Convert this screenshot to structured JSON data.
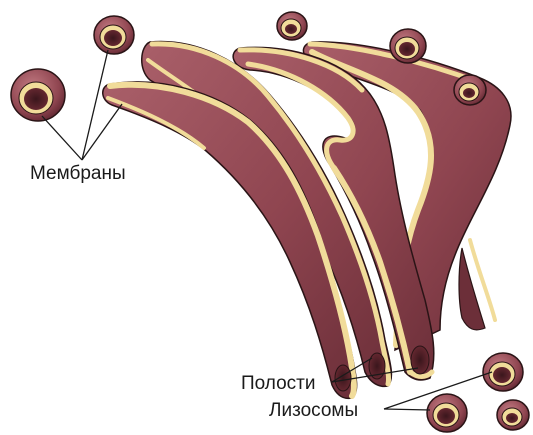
{
  "labels": {
    "membranes": "Мембраны",
    "cavities": "Полости",
    "lysosomes": "Лизосомы"
  },
  "colors": {
    "cisterna_fill": "#8f4550",
    "cisterna_dark": "#5e2630",
    "cisterna_light": "#b36a73",
    "membrane_rim": "#f1dc9a",
    "outline": "#2a1416",
    "leader_line": "#1a1a1a"
  },
  "icons": {
    "vesicle": "hollow-sphere",
    "golgi_stack": "curved-cisternae"
  }
}
